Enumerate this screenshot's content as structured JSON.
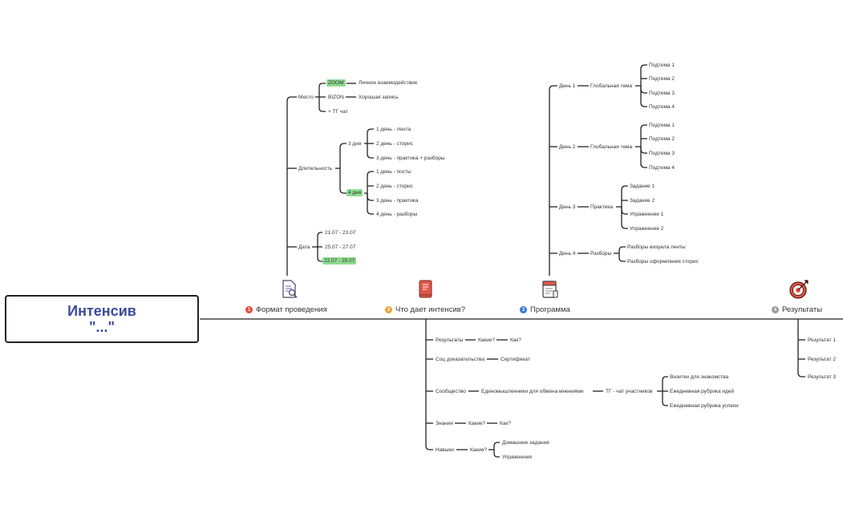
{
  "root": {
    "line1": "Интенсив",
    "line2": "\"...\""
  },
  "categories": [
    {
      "num": "1",
      "label": "Формат проведения",
      "color": "#e84b3c",
      "icon": "document-search-icon"
    },
    {
      "num": "2",
      "label": "Что дает интенсив?",
      "color": "#f0a030",
      "icon": "book-icon"
    },
    {
      "num": "3",
      "label": "Программа",
      "color": "#3a78d6",
      "icon": "calendar-icon"
    },
    {
      "num": "4",
      "label": "Результаты",
      "color": "#999999",
      "icon": "target-icon"
    }
  ],
  "format": {
    "mesto": "Место",
    "zoom": "ZOOM",
    "zoom_note": "Личное взаимодействие",
    "bizon": "BIZON",
    "bizon_note": "Хорошая запись",
    "tg": "+ ТГ чат",
    "dlit": "Длительность",
    "d3": "3 дня",
    "d3_items": [
      "1 день - лента",
      "2 день - сторис",
      "3 день - практика + разборы"
    ],
    "d4": "4 дня",
    "d4_items": [
      "1 день - посты",
      "2 день - сторис",
      "3 день - практика",
      "4 день - разборы"
    ],
    "data": "Дата",
    "dates": [
      "21.07 - 23.07",
      "25.07 - 27.07",
      "22.07 - 25.07"
    ]
  },
  "program": {
    "day1": "День 1",
    "gt1": "Глобальная тема",
    "sub1": [
      "Подтема 1",
      "Подтема 2",
      "Подтема 3",
      "Подтема 4"
    ],
    "day2": "День 2",
    "gt2": "Глобальная тема",
    "sub2": [
      "Подтема 1",
      "Подтема 2",
      "Подтема 3",
      "Подтема 4"
    ],
    "day3": "День 3",
    "pr": "Практика",
    "tasks": [
      "Задание 1",
      "Задание 2",
      "Упражнение 1",
      "Упражнение 2"
    ],
    "day4": "День 4",
    "rz": "Разборы",
    "rz_items": [
      "Разборы визуала ленты",
      "Разборы оформления сторис"
    ]
  },
  "gives": {
    "r1": "Результаты",
    "r1a": "Какие?",
    "r1b": "Как?",
    "r2": "Соц доказательства",
    "r2a": "Сертификат",
    "r3": "Сообщество",
    "r3a": "Единомышленники для обмена мнениями",
    "r3b": "ТГ - чат участников",
    "r3c": [
      "Визитки для знакомства",
      "Ежедневная рубрика идей",
      "Ежедневная рубрика успехи"
    ],
    "r4": "Знания",
    "r4a": "Какие?",
    "r4b": "Как?",
    "r5": "Навыки",
    "r5a": "Какие?",
    "r5c": [
      "Домашние задания",
      "Упражнения"
    ]
  },
  "results": [
    "Результат 1",
    "Результат 2",
    "Результат 3"
  ]
}
